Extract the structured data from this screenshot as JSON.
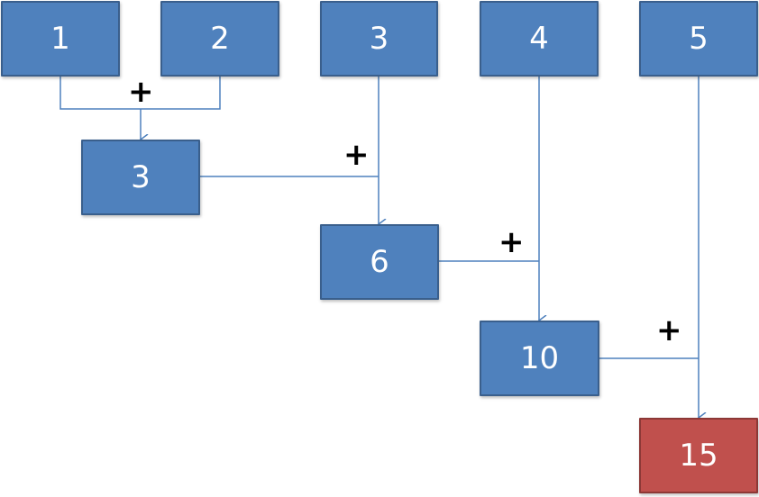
{
  "inputs": [
    "1",
    "2",
    "3",
    "4",
    "5"
  ],
  "sums": [
    "3",
    "6",
    "10"
  ],
  "result": "15",
  "operator": "+",
  "colors": {
    "box": "#4f81bd",
    "result_box": "#c0504d",
    "line": "#4f81bd"
  }
}
